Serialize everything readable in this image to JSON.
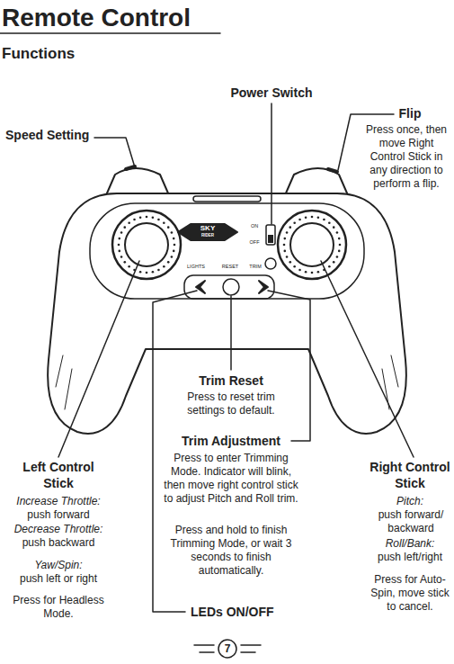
{
  "diagram": {
    "title": "Remote Control",
    "labels": [
      "Functions",
      "Power Switch",
      "Flip",
      "Press once, then move Right Control Stick in any direction to perform a flip.",
      "Speed Setting",
      "SKY",
      "RIDER",
      "ON",
      "OFF",
      "LIGHTS",
      "RESET",
      "TRIM",
      "Trim Reset",
      "Press to reset trim settings to default.",
      "Trim Adjustment",
      "Press to enter Trimming Mode. Indicator will blink, then move right control stick to adjust Pitch and Roll trim.",
      "Press and hold to finish Trimming Mode, or wait 3 seconds to finish automatically.",
      "LEDs ON/OFF",
      "Left Control Stick",
      "Increase Throttle:",
      "push forward",
      "Decrease Throttle:",
      "push backward",
      "Yaw/Spin:",
      "push left or right",
      "Press for Headless Mode.",
      "Right Control Stick",
      "Pitch:",
      "push forward/ backward",
      "Roll/Bank:",
      "push left/right",
      "Press for Auto-Spin, move stick to cancel.",
      "7"
    ]
  }
}
